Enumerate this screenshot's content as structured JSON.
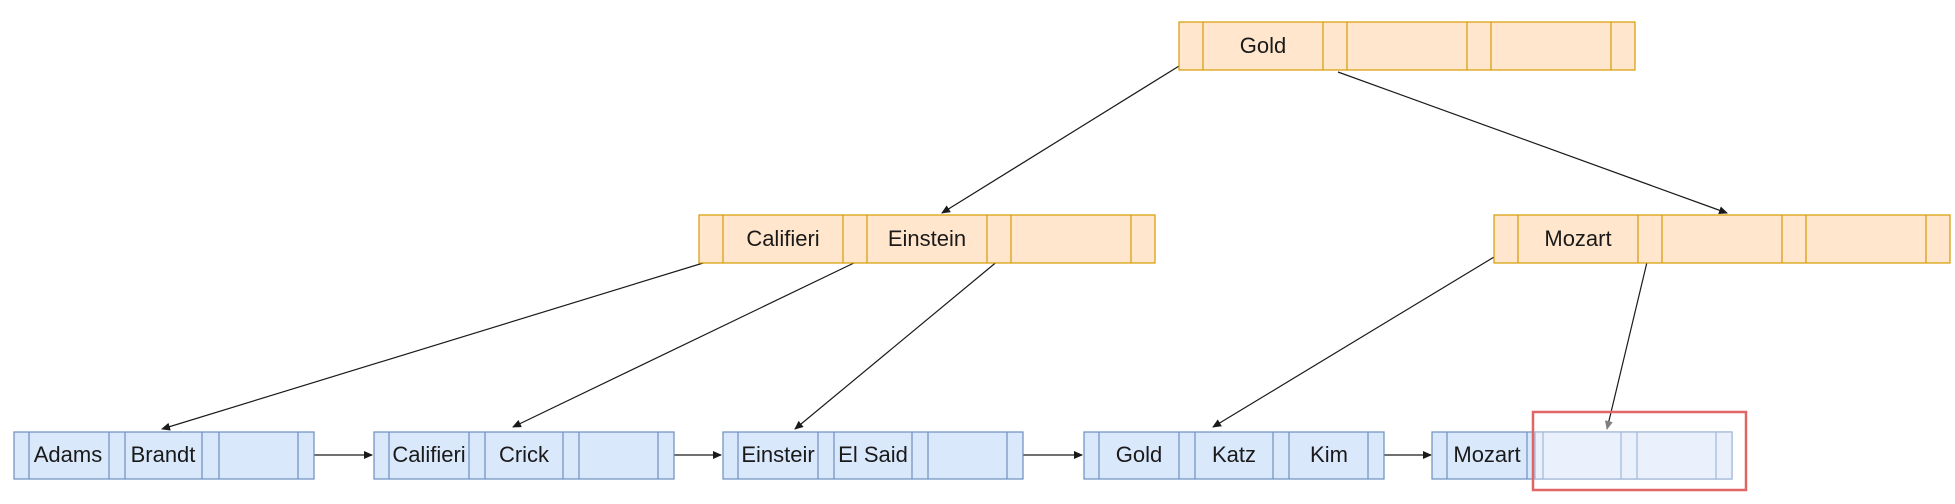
{
  "colors": {
    "internal_fill": "#ffe6cc",
    "internal_stroke": "#d79b00",
    "leaf_fill": "#dae8fc",
    "leaf_stroke": "#6c8ebf",
    "edge": "#1a1a1a",
    "highlight": "#e06666"
  },
  "tree": {
    "root": {
      "keys": [
        "Gold",
        "",
        ""
      ]
    },
    "internal": [
      {
        "keys": [
          "Califieri",
          "Einstein",
          ""
        ]
      },
      {
        "keys": [
          "Mozart",
          "",
          ""
        ]
      }
    ],
    "leaves": [
      {
        "keys": [
          "Adams",
          "Brandt",
          ""
        ]
      },
      {
        "keys": [
          "Califieri",
          "Crick",
          ""
        ]
      },
      {
        "keys": [
          "Einsteir",
          "El Said",
          ""
        ]
      },
      {
        "keys": [
          "Gold",
          "Katz",
          "Kim"
        ]
      },
      {
        "keys": [
          "Mozart",
          "",
          ""
        ]
      }
    ]
  }
}
